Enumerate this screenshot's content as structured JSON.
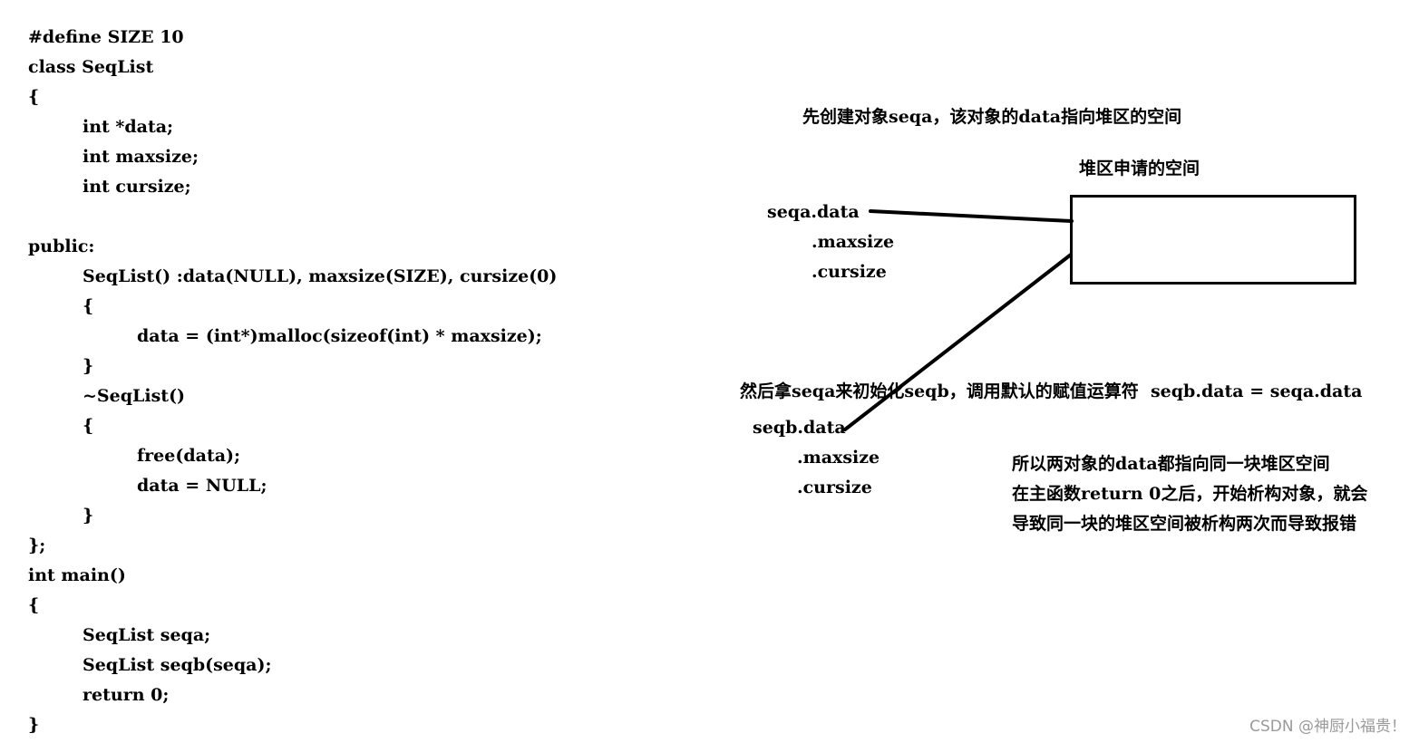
{
  "code": {
    "lines": [
      "#define SIZE 10",
      "class SeqList",
      "{",
      "int *data;",
      "int maxsize;",
      "int cursize;",
      "",
      "public:",
      "SeqList() :data(NULL), maxsize(SIZE), cursize(0)",
      "{",
      "data = (int*)malloc(sizeof(int) * maxsize);",
      "}",
      "~SeqList()",
      "{",
      "free(data);",
      "data = NULL;",
      "}",
      "};",
      "int main()",
      "{",
      "SeqList seqa;",
      "SeqList seqb(seqa);",
      "return 0;",
      "}"
    ]
  },
  "diagram": {
    "caption_create": "先创建对象seqa，该对象的data指向堆区的空间",
    "heap_label": "堆区申请的空间",
    "seqa": {
      "data": "seqa.data",
      "maxsize": ".maxsize",
      "cursize": ".cursize"
    },
    "caption_copy": "然后拿seqa来初始化seqb，调用默认的赋值运算符  seqb.data = seqa.data",
    "seqb": {
      "data": "seqb.data",
      "maxsize": ".maxsize",
      "cursize": ".cursize"
    },
    "conclusion": [
      "所以两对象的data都指向同一块堆区空间",
      "在主函数return 0之后，开始析构对象，就会",
      "导致同一块的堆区空间被析构两次而导致报错"
    ]
  },
  "watermark": "CSDN @神厨小福贵！"
}
